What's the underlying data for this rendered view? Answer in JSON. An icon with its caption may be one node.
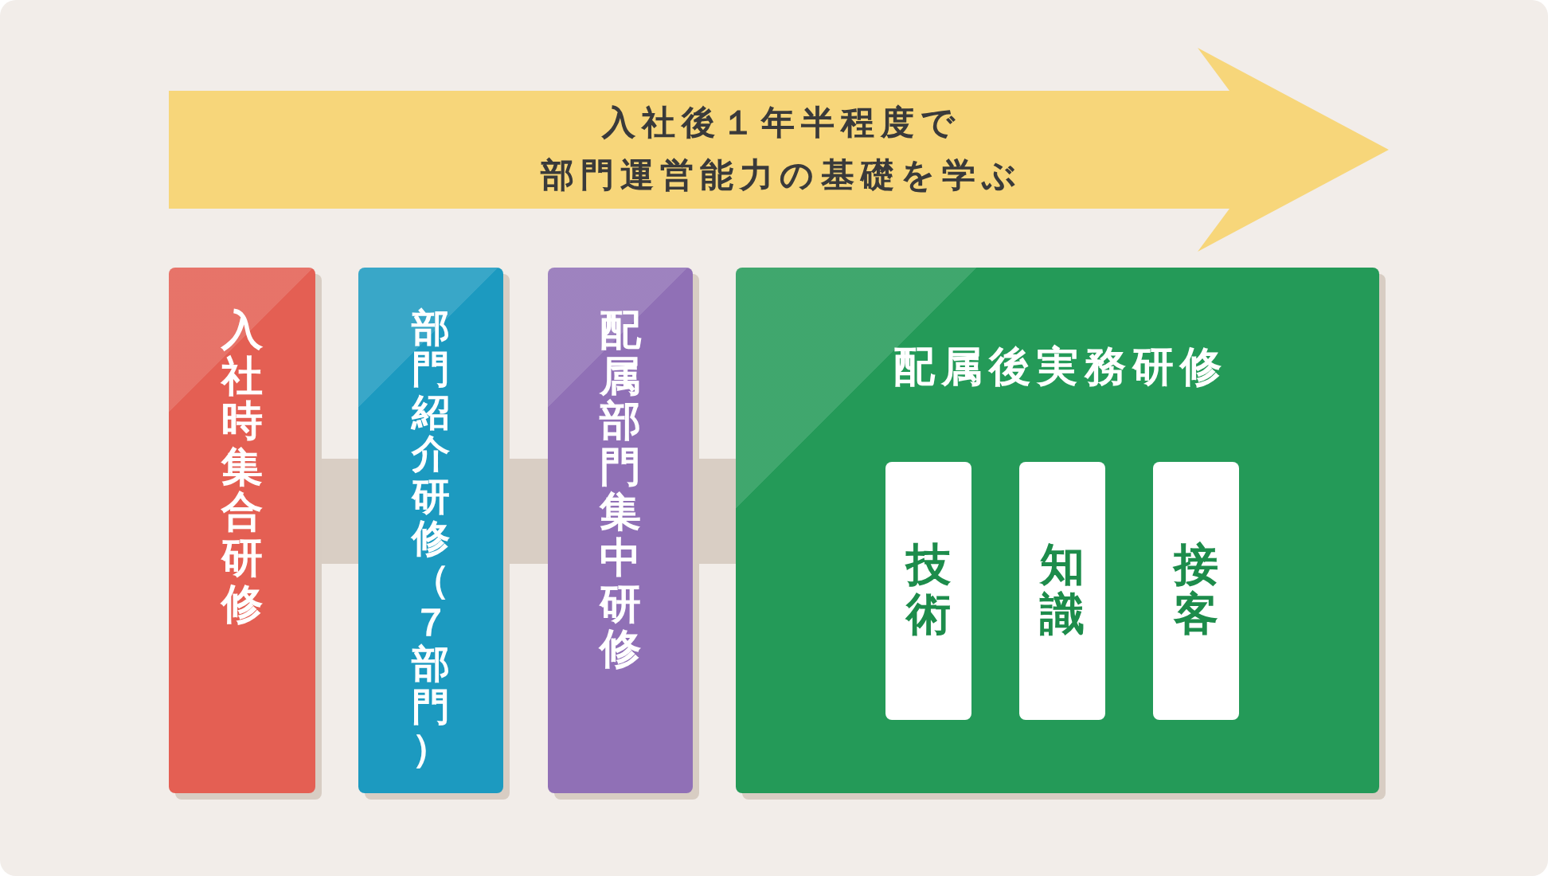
{
  "diagram": {
    "nodes": [
      {
        "text": [
          "入社後１年半程度で部門運営能力の基礎を学ぶ"
        ]
      },
      {
        "text": [
          "入社時集合研修"
        ]
      },
      {
        "text": [
          "部門紹介研修（７部門）"
        ]
      },
      {
        "text": [
          "配属部門集中研修"
        ]
      },
      {
        "text": [
          "配属後実務研修"
        ]
      },
      {
        "text": [
          "技術"
        ],
        "in": 4
      },
      {
        "text": [
          "知識"
        ],
        "in": 4
      },
      {
        "text": [
          "接客"
        ],
        "in": 4
      }
    ],
    "edges": [
      {
        "from": 1,
        "to": 2,
        "arrow": "none"
      },
      {
        "from": 2,
        "to": 3,
        "arrow": "none"
      },
      {
        "from": 3,
        "to": 4,
        "arrow": "none"
      }
    ]
  }
}
